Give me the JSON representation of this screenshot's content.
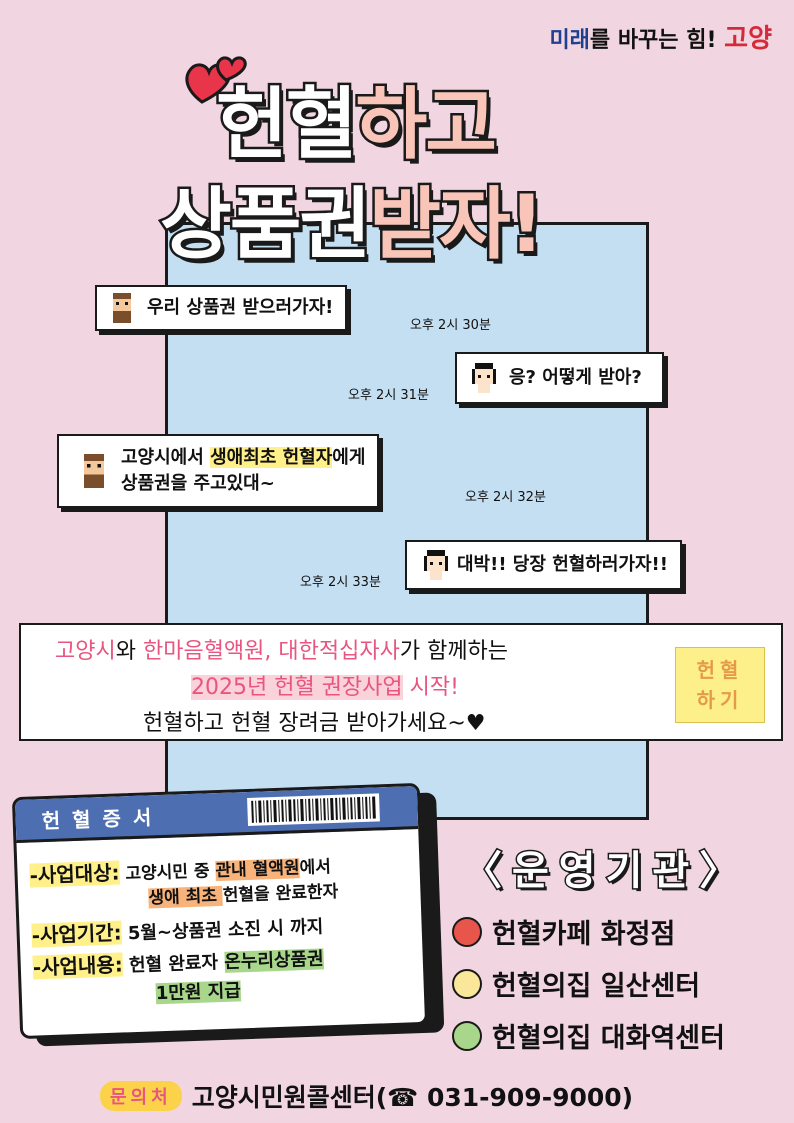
{
  "header": {
    "slogan_part1": "미래",
    "slogan_part2": "를 바꾸는 힘!",
    "brand": "고양"
  },
  "title": {
    "line1_a": "헌혈",
    "line1_b": "하고",
    "line2_a": "상품권",
    "line2_b": "받자!"
  },
  "chat": [
    {
      "parts": [
        "우리 상품권 받으러가자!"
      ],
      "time": "오후 2시 30분"
    },
    {
      "parts": [
        "응? 어떻게 받아?"
      ],
      "time": "오후 2시 31분"
    },
    {
      "line1_pre": "고양시에서 ",
      "line1_hl": "생애최초 헌혈자",
      "line1_post": "에게",
      "line2": "상품권을 주고있대~",
      "time": "오후 2시 32분"
    },
    {
      "parts": [
        "대박!! 당장 헌혈하러가자!!"
      ],
      "time": "오후 2시 33분"
    }
  ],
  "announce": {
    "l1_a": "고양시",
    "l1_b": "와 ",
    "l1_c": "한마음혈액원, 대한적십자사",
    "l1_d": "가 함께하는",
    "l2_a": "2025년 헌혈 권장사업",
    "l2_b": " 시작!",
    "l3": "헌혈하고 헌혈 장려금 받아가세요~♥",
    "button_l1": "헌혈",
    "button_l2": "하기"
  },
  "certificate": {
    "title": "헌혈증서",
    "target_label": "-사업대상:",
    "target_a": " 고양시민 중 ",
    "target_hl": "관내 혈액원",
    "target_b": "에서",
    "target_hl2": "생애 최초 ",
    "target_c": " 헌혈을 완료한자",
    "period_label": "-사업기간:",
    "period": " 5월~상품권 소진 시 까지",
    "content_label": "-사업내용:",
    "content_a": " 헌혈 완료자 ",
    "content_hl": "온누리상품권",
    "content_hl2": "1만원 지급"
  },
  "organizers": {
    "heading": "〈운영기관〉",
    "items": [
      {
        "name": "헌혈카페 화정점",
        "color": "#e8554a"
      },
      {
        "name": "헌혈의집 일산센터",
        "color": "#fbe79a"
      },
      {
        "name": "헌혈의집 대화역센터",
        "color": "#a8d68a"
      }
    ]
  },
  "footer": {
    "label": "문의처",
    "text": "고양시민원콜센터(☎ 031-909-9000)"
  }
}
